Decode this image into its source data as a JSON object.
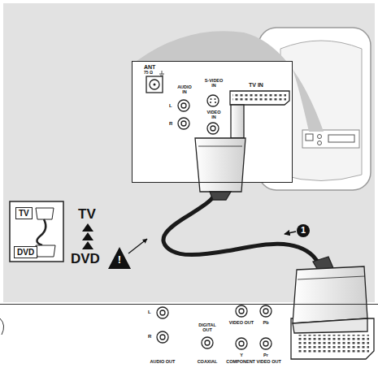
{
  "diagram": {
    "nodes": [
      {
        "text": [
          "ANT",
          "75 Ω",
          "AUDIO IN",
          "L",
          "R",
          "S-VIDEO IN",
          "VIDEO IN",
          "TV IN"
        ]
      },
      {
        "text": [
          "TV",
          "DVD"
        ]
      },
      {
        "text": [
          "L",
          "R",
          "AUDIO OUT",
          "DIGITAL OUT",
          "COAXIAL",
          "VIDEO OUT",
          "Y",
          "Pb",
          "Pr",
          "COMPONENT VIDEO OUT"
        ]
      }
    ],
    "edges": [
      {
        "from": 0,
        "to": 2,
        "arrow": "none"
      }
    ],
    "labels": [
      "TV",
      "DVD",
      "!",
      "1"
    ]
  }
}
